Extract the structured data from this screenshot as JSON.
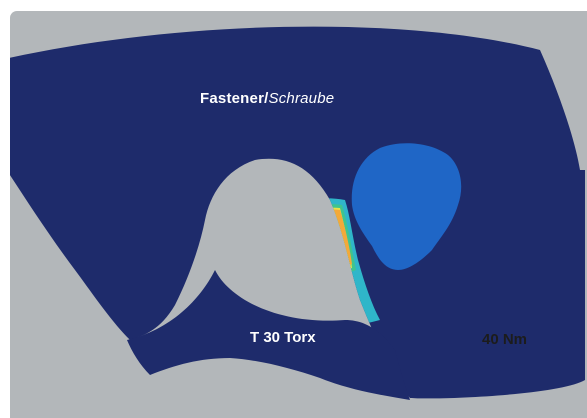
{
  "labels": {
    "fastener_en": "Fastener/",
    "fastener_de": "Schraube",
    "drive": "T 30 Torx",
    "torque": "40 Nm"
  },
  "colors": {
    "background": "#b3b7ba",
    "fastener_body": "#1e2b6b",
    "contact_blob": "#1f66c6",
    "stress_high": "#f3a93a",
    "stress_mid": "#e6e34a",
    "stress_low": "#2fb6c9"
  }
}
